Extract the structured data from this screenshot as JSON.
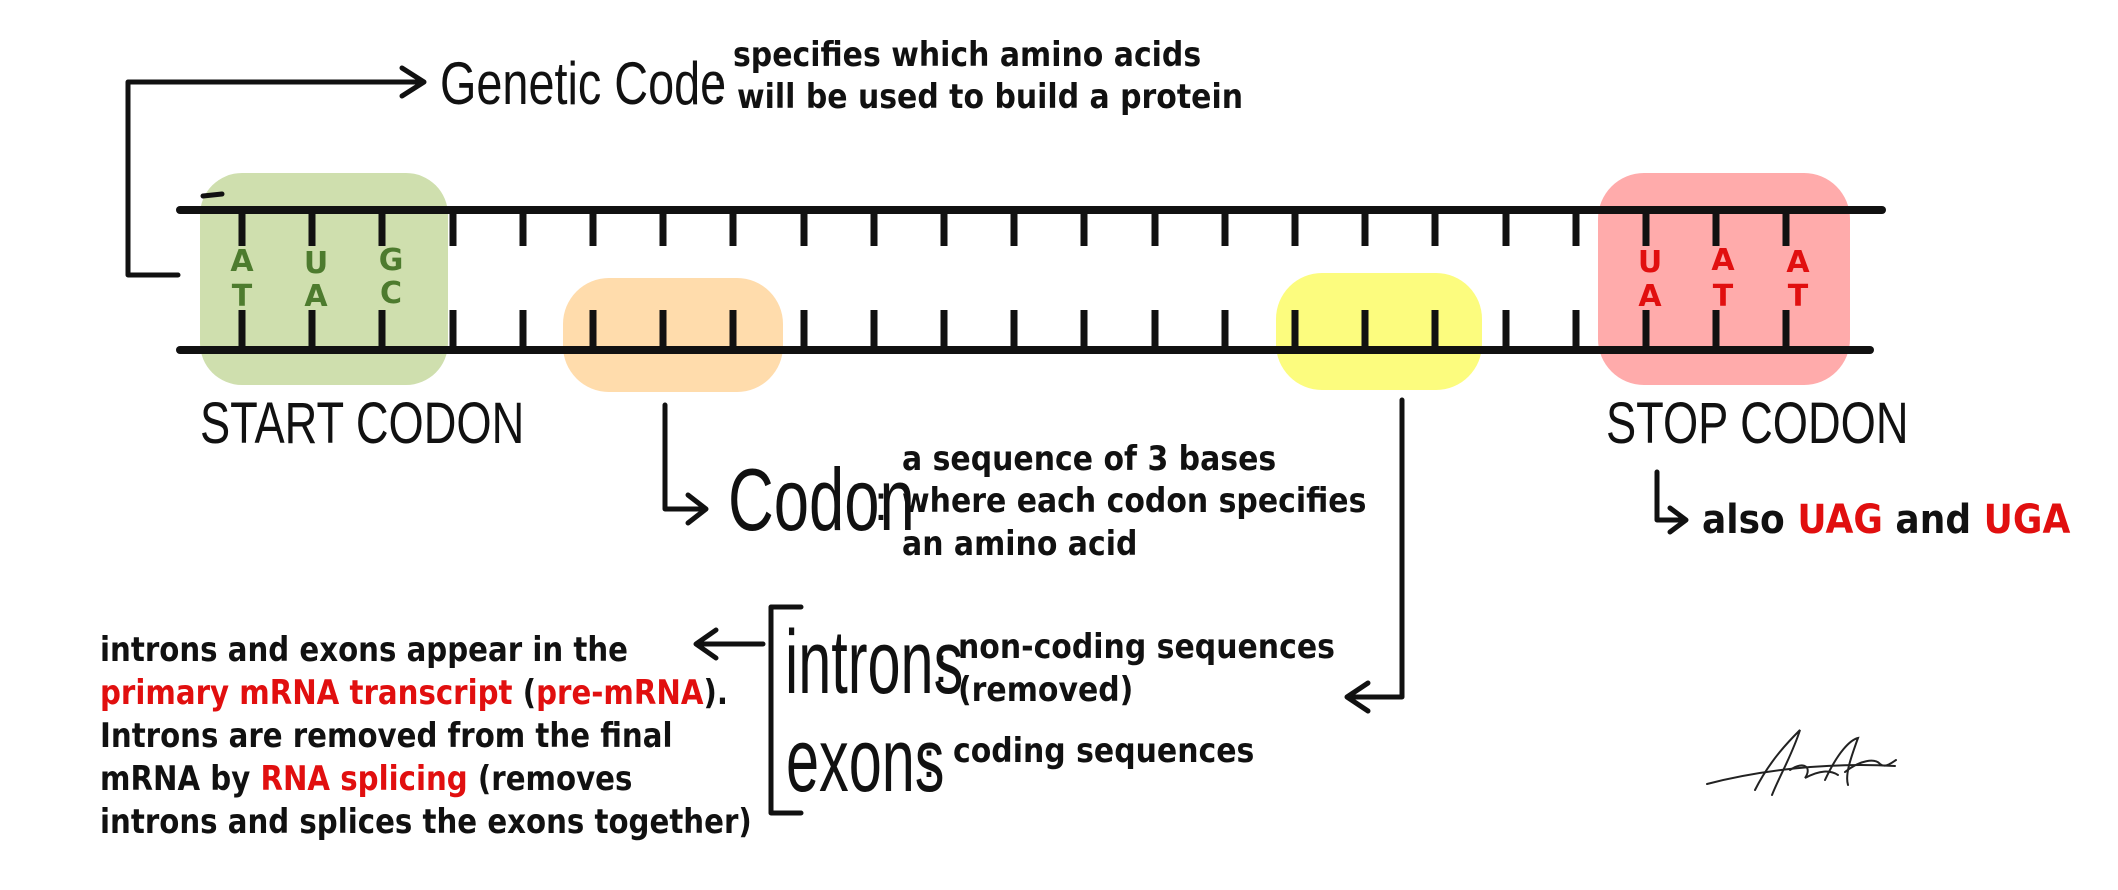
{
  "colors": {
    "ink": "#111111",
    "accent_red": "#e10f0f",
    "start_box": "#cfdfae",
    "orange_box": "#ffdcac",
    "yellow_box": "#fcfc7e",
    "stop_box": "#ffabab",
    "start_text": "#4d7b2e"
  },
  "genetic_code": {
    "title": "Genetic Code",
    "colon": ":",
    "line1": "specifies which amino acids",
    "line2": "will be used to build a protein"
  },
  "start_codon": {
    "label": "START CODON",
    "top": [
      "A",
      "U",
      "G"
    ],
    "bottom": [
      "T",
      "A",
      "C"
    ]
  },
  "stop_codon": {
    "label": "STOP CODON",
    "top": [
      "U",
      "A",
      "A"
    ],
    "bottom": [
      "A",
      "T",
      "T"
    ],
    "also_prefix": "also",
    "also_1": "UAG",
    "also_and": "and",
    "also_2": "UGA"
  },
  "codon": {
    "title": "Codon",
    "colon": ":",
    "line1": "a sequence of 3 bases",
    "line2": "where each codon specifies",
    "line3": "an amino acid"
  },
  "introns": {
    "title": "introns",
    "colon": ":",
    "line1": "non-coding sequences",
    "line2": "(removed)"
  },
  "exons": {
    "title": "exons",
    "colon": ":",
    "line1": "coding sequences"
  },
  "note": {
    "l1": "introns and exons appear in the",
    "l2_red1": "primary mRNA transcript",
    "l2_mid": " (",
    "l2_red2": "pre-mRNA",
    "l2_end": ").",
    "l3": "Introns are removed from the final",
    "l4_pre": "mRNA by ",
    "l4_red": "RNA splicing",
    "l4_post": " (removes",
    "l5": "introns and splices the exons together)"
  },
  "signature": {
    "icon": "signature-scribble"
  }
}
